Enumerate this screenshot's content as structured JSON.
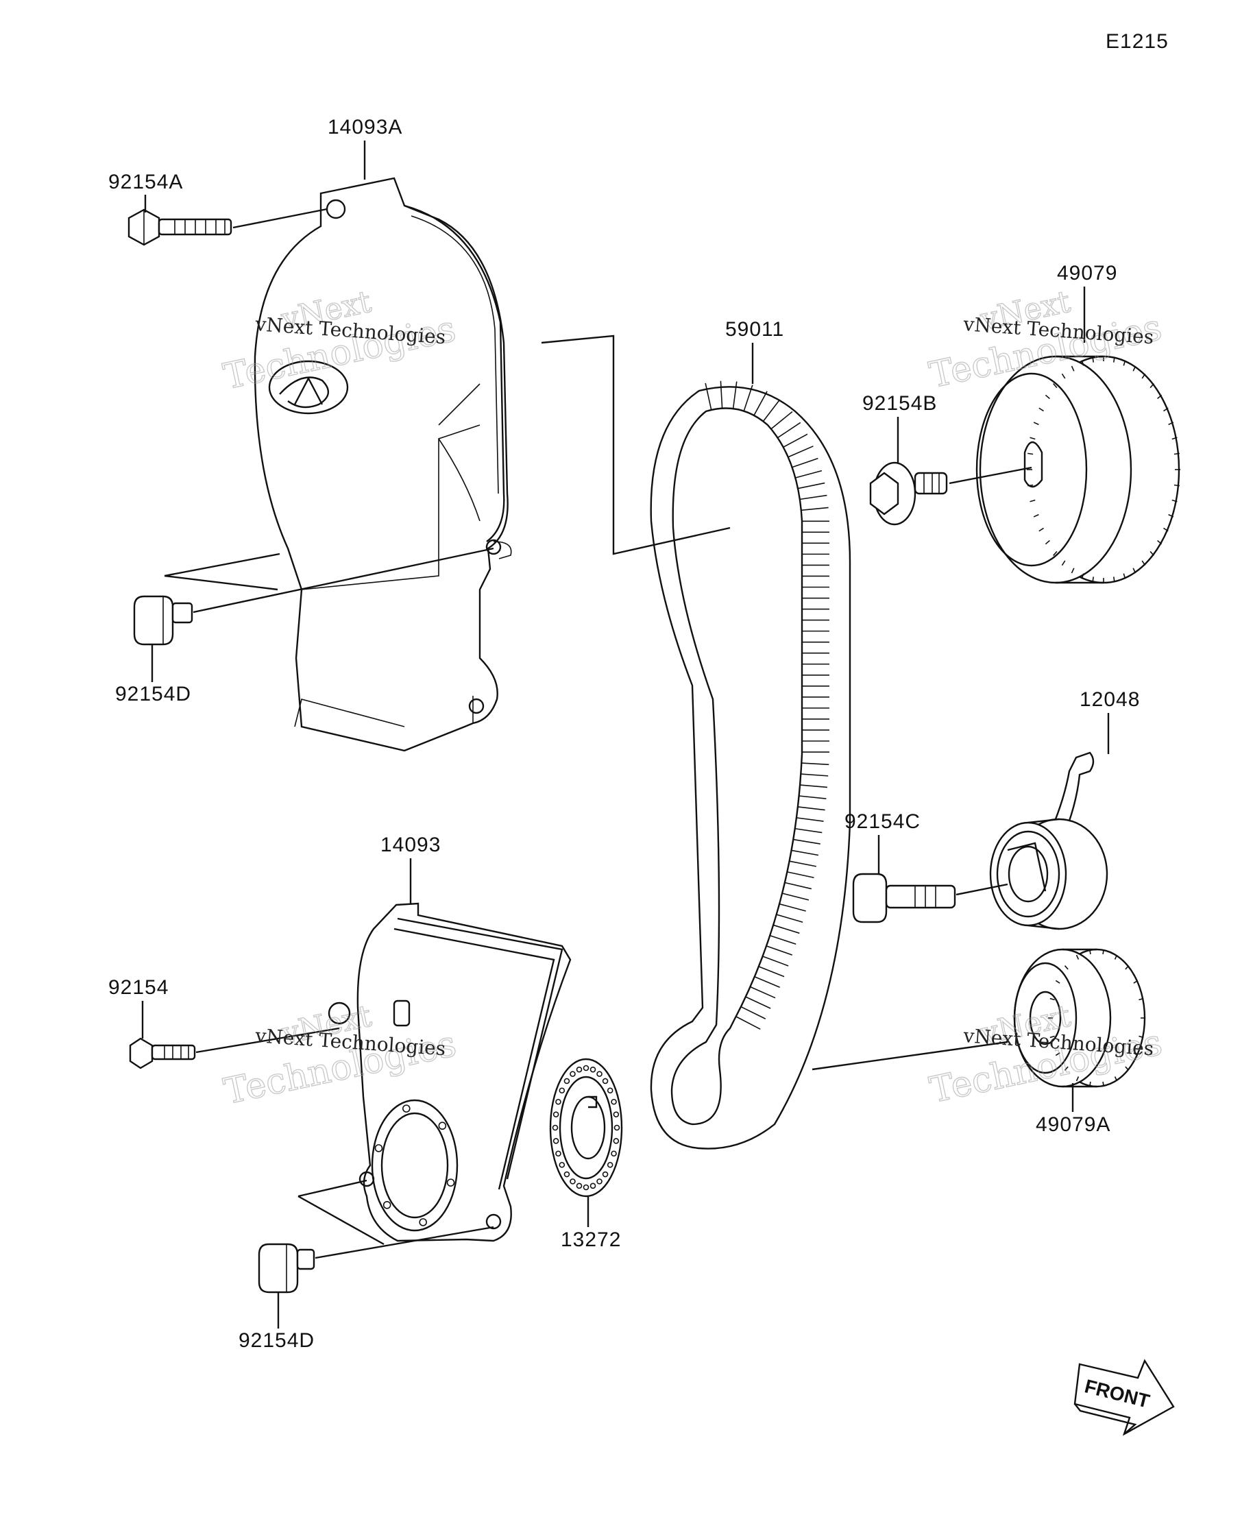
{
  "diagram": {
    "code": "E1215",
    "parts": [
      {
        "id": "p-14093A",
        "label": "14093A"
      },
      {
        "id": "p-92154A",
        "label": "92154A"
      },
      {
        "id": "p-92154D-top",
        "label": "92154D"
      },
      {
        "id": "p-59011",
        "label": "59011"
      },
      {
        "id": "p-49079",
        "label": "49079"
      },
      {
        "id": "p-92154B",
        "label": "92154B"
      },
      {
        "id": "p-12048",
        "label": "12048"
      },
      {
        "id": "p-92154C",
        "label": "92154C"
      },
      {
        "id": "p-14093",
        "label": "14093"
      },
      {
        "id": "p-92154",
        "label": "92154"
      },
      {
        "id": "p-13272",
        "label": "13272"
      },
      {
        "id": "p-49079A",
        "label": "49079A"
      },
      {
        "id": "p-92154D-bottom",
        "label": "92154D"
      }
    ],
    "front_arrow": "FRONT",
    "watermark": {
      "line1": "vNext",
      "line2": "Technologies",
      "small": "vNext Technologies"
    }
  }
}
